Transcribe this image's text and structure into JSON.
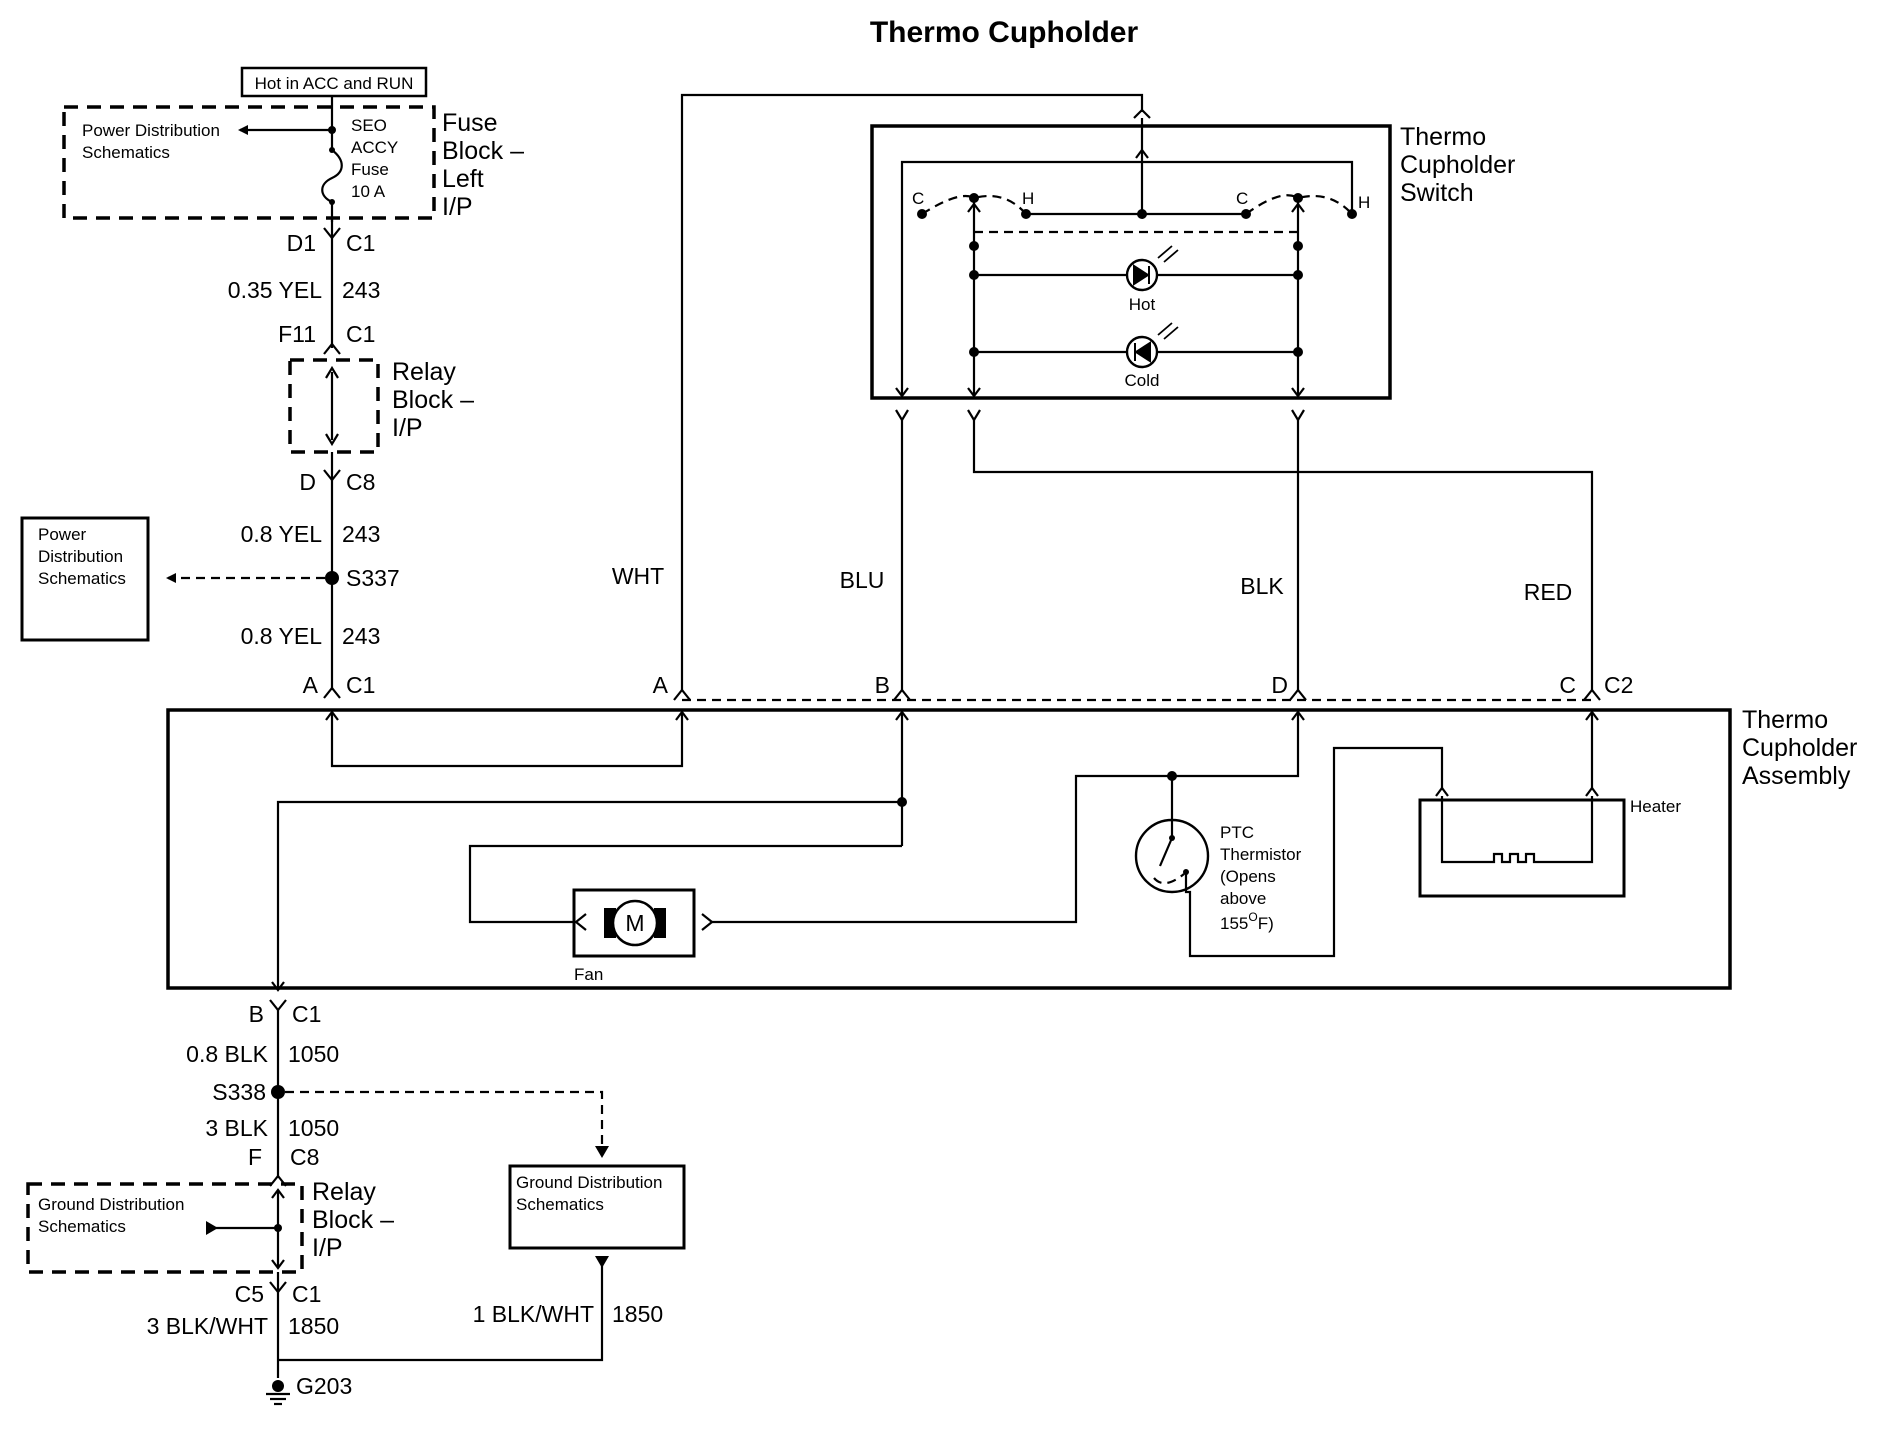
{
  "title": "Thermo Cupholder",
  "hot_label": "Hot in ACC and RUN",
  "fuse_block": {
    "ref": "Power Distribution Schematics",
    "fuse_lines": [
      "SEO",
      "ACCY",
      "Fuse",
      "10 A"
    ],
    "name_lines": [
      "Fuse",
      "Block –",
      "Left",
      "I/P"
    ]
  },
  "connectors_left": {
    "d1": "D1",
    "c1_a": "C1",
    "wire1_gauge": "0.35 YEL",
    "wire1_circuit": "243",
    "f11": "F11",
    "c1_b": "C1",
    "d": "D",
    "c8_a": "C8",
    "wire2_gauge": "0.8 YEL",
    "wire2_circuit": "243",
    "splice": "S337",
    "wire3_gauge": "0.8 YEL",
    "wire3_circuit": "243",
    "a": "A",
    "c1_c": "C1"
  },
  "relay_block_top": {
    "name_lines": [
      "Relay",
      "Block –",
      "I/P"
    ]
  },
  "power_dist_box": {
    "lines": [
      "Power",
      "Distribution",
      "Schematics"
    ]
  },
  "wires_top": {
    "wht": "WHT",
    "blu": "BLU",
    "blk": "BLK",
    "red": "RED"
  },
  "c2_pins": {
    "a": "A",
    "b": "B",
    "d": "D",
    "c": "C",
    "c2": "C2"
  },
  "switch": {
    "name_lines": [
      "Thermo",
      "Cupholder",
      "Switch"
    ],
    "c": "C",
    "h": "H",
    "hot": "Hot",
    "cold": "Cold"
  },
  "assembly": {
    "name_lines": [
      "Thermo",
      "Cupholder",
      "Assembly"
    ],
    "fan": "Fan",
    "motor": "M",
    "heater": "Heater",
    "ptc_lines": [
      "PTC",
      "Thermistor",
      "(Opens",
      "above"
    ],
    "ptc_temp": "155",
    "ptc_deg": "O",
    "ptc_unit": "F)"
  },
  "ground_side": {
    "b": "B",
    "c1_a": "C1",
    "wire1_gauge": "0.8 BLK",
    "wire1_circuit": "1050",
    "splice": "S338",
    "wire2_gauge": "3 BLK",
    "wire2_circuit": "1050",
    "f": "F",
    "c8": "C8",
    "c5": "C5",
    "c1_b": "C1",
    "wire3_gauge": "3 BLK/WHT",
    "wire3_circuit": "1850",
    "wire4_gauge": "1 BLK/WHT",
    "wire4_circuit": "1850",
    "ground": "G203"
  },
  "relay_block_bottom": {
    "name_lines": [
      "Relay",
      "Block –",
      "I/P"
    ]
  },
  "ground_dist_left": {
    "lines": [
      "Ground Distribution",
      "Schematics"
    ]
  },
  "ground_dist_right": {
    "lines": [
      "Ground Distribution",
      "Schematics"
    ]
  }
}
